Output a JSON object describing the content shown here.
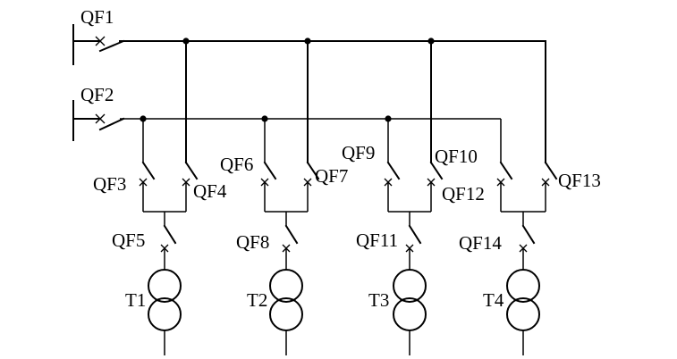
{
  "labels": {
    "qf1": "QF1",
    "qf2": "QF2",
    "qf3": "QF3",
    "qf4": "QF4",
    "qf5": "QF5",
    "qf6": "QF6",
    "qf7": "QF7",
    "qf8": "QF8",
    "qf9": "QF9",
    "qf10": "QF10",
    "qf11": "QF11",
    "qf12": "QF12",
    "qf13": "QF13",
    "qf14": "QF14",
    "t1": "T1",
    "t2": "T2",
    "t3": "T3",
    "t4": "T4"
  },
  "colors": {
    "line": "#000000",
    "background": "#ffffff"
  }
}
